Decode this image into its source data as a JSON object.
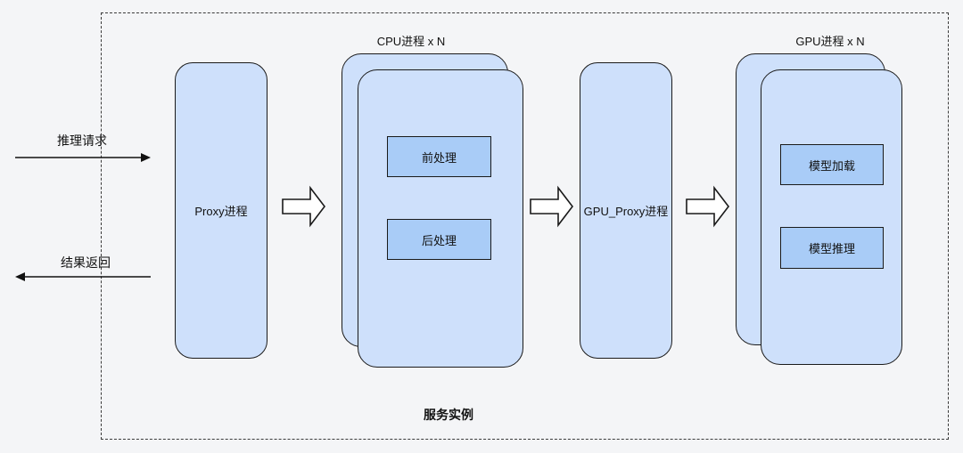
{
  "diagram": {
    "outer_label": "服务实例",
    "flows": {
      "request_label": "推理请求",
      "response_label": "结果返回"
    },
    "nodes": {
      "proxy": {
        "label": "Proxy进程"
      },
      "cpu_stack": {
        "title": "CPU进程 x N",
        "children": [
          "前处理",
          "后处理"
        ]
      },
      "gpu_proxy": {
        "label": "GPU_Proxy进程"
      },
      "gpu_stack": {
        "title": "GPU进程 x N",
        "children": [
          "模型加载",
          "模型推理"
        ]
      }
    },
    "colors": {
      "background": "#f4f5f7",
      "node_fill": "#cee0fb",
      "inner_fill": "#a9ccf7",
      "border": "#1a1a1a"
    }
  }
}
